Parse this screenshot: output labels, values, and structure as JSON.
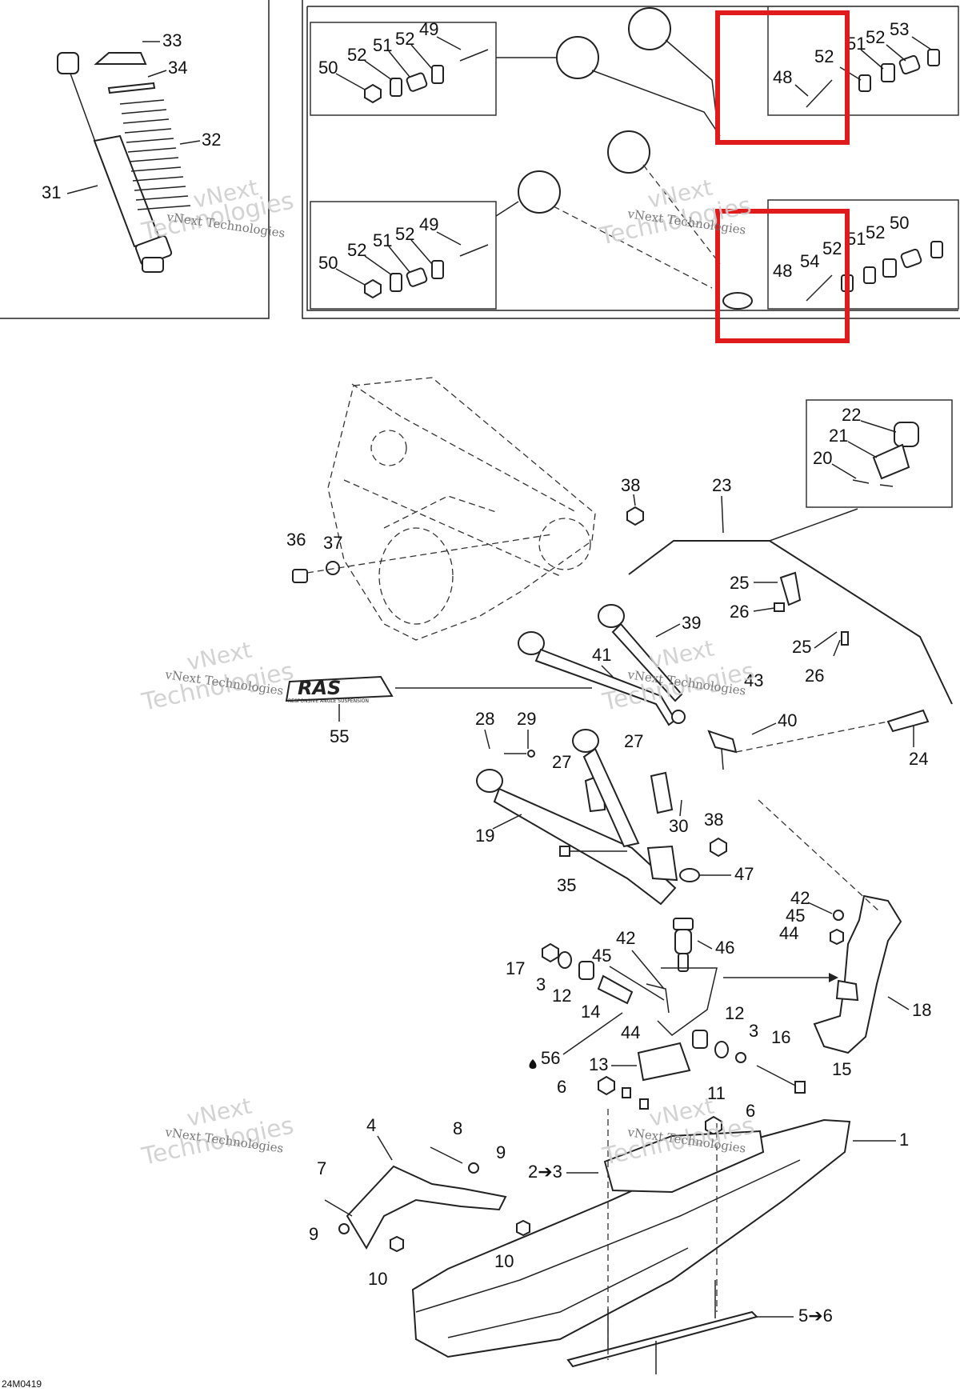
{
  "diagram": {
    "figure_code": "24M0419",
    "logo_text": "RAS",
    "logo_subtext": "RESPONSIVE ANGLE SUSPENSION",
    "watermark_line1": "vNext",
    "watermark_line2": "Technologies",
    "watermark_small": "vNext Technologies",
    "highlight_color": "#e01b1b",
    "callouts": {
      "c31": "31",
      "c32": "32",
      "c33": "33",
      "c34": "34",
      "b1_50": "50",
      "b1_52a": "52",
      "b1_51": "51",
      "b1_52b": "52",
      "b1_49": "49",
      "b2_50": "50",
      "b2_52a": "52",
      "b2_51": "51",
      "b2_52b": "52",
      "b2_49": "49",
      "b3_48": "48",
      "b3_52": "52",
      "b3_51": "51",
      "b3_52b": "52",
      "b3_53": "53",
      "b4_48": "48",
      "b4_54": "54",
      "b4_52": "52",
      "b4_51": "51",
      "b4_52b": "52",
      "b4_50": "50",
      "p22": "22",
      "p21": "21",
      "p20": "20",
      "p23": "23",
      "p38a": "38",
      "p36": "36",
      "p37": "37",
      "p25a": "25",
      "p26a": "26",
      "p25b": "25",
      "p26b": "26",
      "p39": "39",
      "p41": "41",
      "p43": "43",
      "p40": "40",
      "p24": "24",
      "p55": "55",
      "p28": "28",
      "p29": "29",
      "p27a": "27",
      "p27b": "27",
      "p30": "30",
      "p38b": "38",
      "p19": "19",
      "p35": "35",
      "p47": "47",
      "p42a": "42",
      "p45a": "45",
      "p44a": "44",
      "p46": "46",
      "p17": "17",
      "p3a": "3",
      "p12a": "12",
      "p42b": "42",
      "p45b": "45",
      "p14": "14",
      "p18": "18",
      "p56": "56",
      "p44b": "44",
      "p12b": "12",
      "p3b": "3",
      "p16": "16",
      "p13": "13",
      "p15": "15",
      "p6a": "6",
      "p11": "11",
      "p6b": "6",
      "p1": "1",
      "p4": "4",
      "p8": "8",
      "p9a": "9",
      "p7": "7",
      "p23x": "2➔3",
      "p9b": "9",
      "p10a": "10",
      "p10b": "10",
      "p56x": "5➔6"
    }
  }
}
